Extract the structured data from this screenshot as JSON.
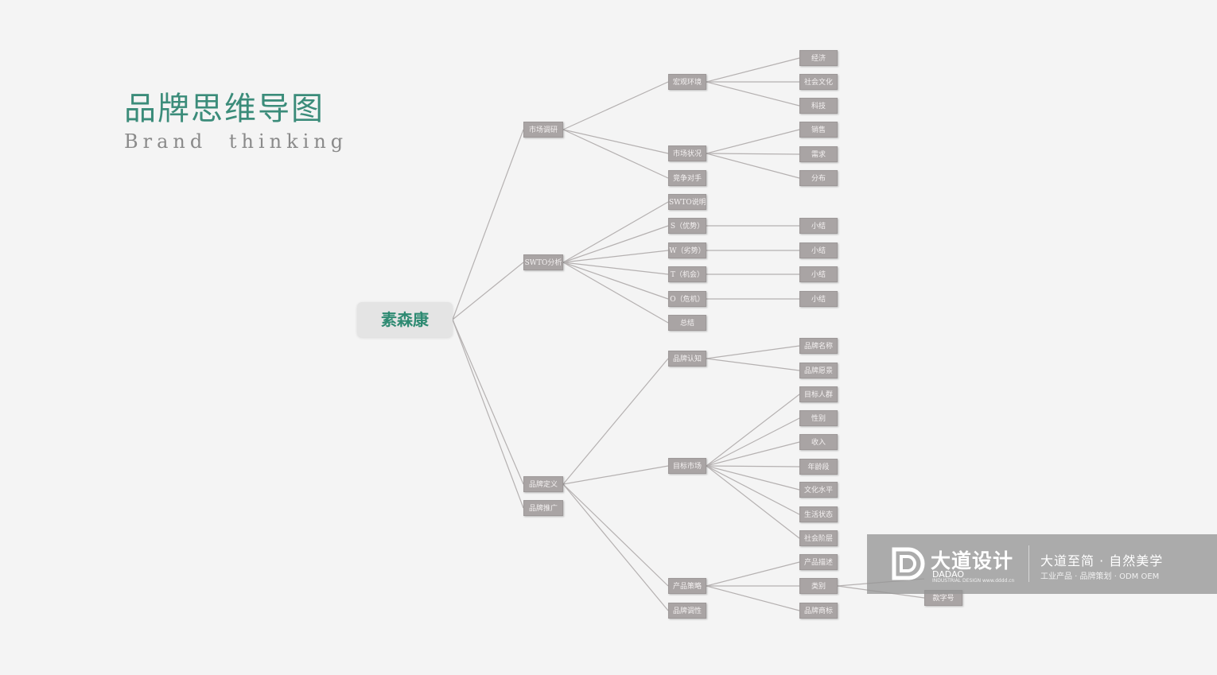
{
  "title": "品牌思维导图",
  "subtitle": "Brand thinking",
  "mindmap": {
    "root": "素森康",
    "level1": [
      "市场调研",
      "SWTO分析",
      "品牌定义",
      "品牌推广"
    ],
    "level2": [
      "宏观环境",
      "市场状况",
      "竞争对手",
      "SWTO说明",
      "S（优势）",
      "W（劣势）",
      "T（机会）",
      "O（危机）",
      "总结",
      "品牌认知",
      "目标市场",
      "产品策略",
      "品牌调性"
    ],
    "level3": [
      "经济",
      "社会文化",
      "科技",
      "销售",
      "需求",
      "分布",
      "小结",
      "小结",
      "小结",
      "小结",
      "品牌名称",
      "品牌愿景",
      "目标人群",
      "性别",
      "收入",
      "年龄段",
      "文化水平",
      "生活状态",
      "社会阶层",
      "产品描述",
      "类别",
      "品牌商标"
    ],
    "level4": [
      "款字号"
    ]
  },
  "banner": {
    "brand_cn": "大道设计",
    "brand_en": "DADAO",
    "brand_en_sub": "INDUSTRIAL DESIGN",
    "url": "www.dddd.cn",
    "slogan": "大道至简 · 自然美学",
    "services": "工业产品 · 品牌策划 · ODM OEM"
  },
  "colors": {
    "title": "#3b8c7a",
    "root_text": "#2e8a72",
    "node_fill": "#a9a4a4",
    "edge": "#b5b1b1"
  }
}
